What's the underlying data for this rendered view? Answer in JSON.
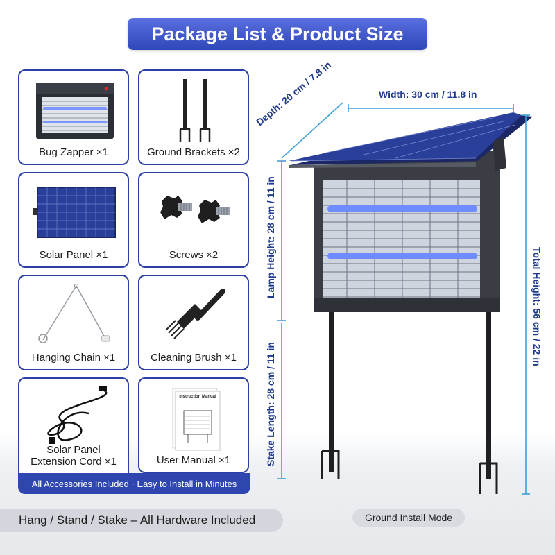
{
  "title": "Package List & Product Size",
  "items": [
    {
      "label": "Bug Zapper ×1",
      "icon": "bug-zapper-icon"
    },
    {
      "label": "Ground Brackets ×2",
      "icon": "ground-bracket-icon"
    },
    {
      "label": "Solar Panel ×1",
      "icon": "solar-panel-icon"
    },
    {
      "label": "Screws ×2",
      "icon": "screw-icon"
    },
    {
      "label": "Hanging Chain ×1",
      "icon": "chain-icon"
    },
    {
      "label": "Cleaning Brush ×1",
      "icon": "brush-icon"
    },
    {
      "label_line1": "Solar Panel",
      "label_line2": "Extension Cord ×1",
      "icon": "cable-icon"
    },
    {
      "label": "User Manual ×1",
      "icon": "manual-icon",
      "manual_title": "Instruction Manual"
    }
  ],
  "footer": "All Accessories Included · Easy to Install in Minutes",
  "bottom_tagline": "Hang / Stand / Stake – All Hardware Included",
  "mode": "Ground Install Mode",
  "dimensions": {
    "width": "Width: 30 cm / 11.8 in",
    "depth": "Depth: 20 cm / 7.8 in",
    "lamp_height": "Lamp Height: 28 cm / 11 in",
    "stake_length": "Stake Length: 28 cm / 11 in",
    "total_height": "Total Height: 56 cm / 22 in"
  },
  "colors": {
    "accent": "#2f45b0",
    "dimension_line": "#3fa0d8",
    "uv_tube": "#6f8cff",
    "panel": "#2a3f9a",
    "frame": "#3a3d44"
  }
}
